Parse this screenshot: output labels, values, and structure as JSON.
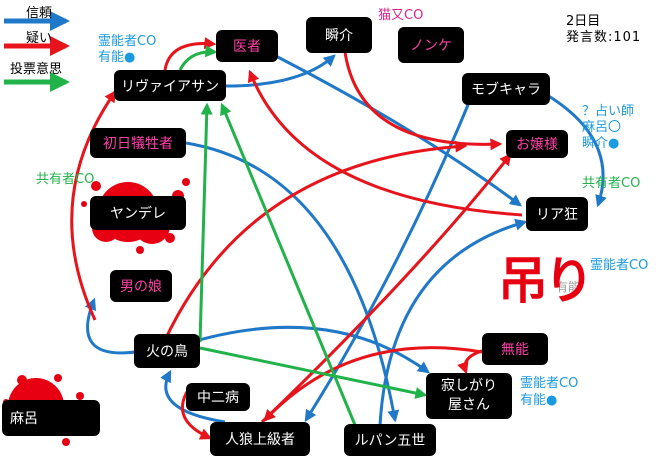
{
  "legend": {
    "trust": "信頼",
    "doubt": "疑い",
    "vote": "投票意思"
  },
  "info": {
    "day": "2日目",
    "remarks": "発言数:101"
  },
  "colors": {
    "trust": "#1f78c8",
    "doubt": "#e8141b",
    "vote": "#21b24a",
    "node": "#000000",
    "name_pink": "#ff3fa8",
    "blood": "#e60012"
  },
  "nodes": {
    "riviaisan": "リヴァイアサン",
    "isha": "医者",
    "shunsuke": "瞬介",
    "nonke": "ノンケ",
    "mobukyara": "モブキャラ",
    "ojousama": "お嬢様",
    "shonichi": "初日犠牲者",
    "yandere": "ヤンデレ",
    "riakyou": "リア狂",
    "otokonoko": "男の娘",
    "hinotori": "火の鳥",
    "muno": "無能",
    "chunibyo": "中二病",
    "sabishigari": "寂しがり\n屋さん",
    "jinrou": "人狼上級者",
    "rupan": "ルパン五世",
    "maro": "麻呂"
  },
  "annotations": {
    "reinousha_co_1": "霊能者CO",
    "yuunou_1": "有能●",
    "nekomata_co": "猫又CO",
    "uranaishi": "？占い師",
    "maro_white": "麻呂〇",
    "shunsuke_black": "瞬介●",
    "kyouyuusha_co_right": "共有者CO",
    "kyouyuusha_co_left": "共有者CO",
    "reinousha_co_2": "霊能者CO",
    "reinousha_co_3": "霊能者CO",
    "yuunou_3": "有能●",
    "tsuri": "吊り",
    "yuunou_faded": "有能"
  }
}
